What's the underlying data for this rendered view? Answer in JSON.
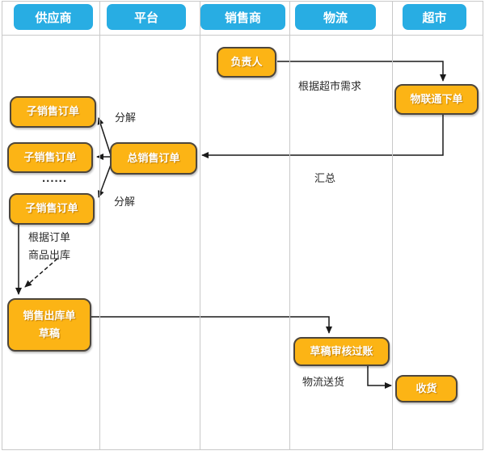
{
  "diagram": {
    "title": "supply-chain order flowchart",
    "lanes": [
      {
        "id": "supplier",
        "label": "供应商"
      },
      {
        "id": "platform",
        "label": "平台"
      },
      {
        "id": "seller",
        "label": "销售商"
      },
      {
        "id": "logistics",
        "label": "物流"
      },
      {
        "id": "supermarket",
        "label": "超市"
      }
    ],
    "nodes": [
      {
        "id": "person-in-charge",
        "label": "负责人"
      },
      {
        "id": "wlt-order",
        "label": "物联通下单"
      },
      {
        "id": "sub-order-1",
        "label": "子销售订单"
      },
      {
        "id": "sub-order-2",
        "label": "子销售订单"
      },
      {
        "id": "sub-order-3",
        "label": "子销售订单"
      },
      {
        "id": "total-order",
        "label": "总销售订单"
      },
      {
        "id": "outbound-draft",
        "label": "销售出库单",
        "label2": "草稿"
      },
      {
        "id": "draft-audit-post",
        "label": "草稿审核过账"
      },
      {
        "id": "receive-goods",
        "label": "收货"
      }
    ],
    "labels": {
      "per_supermarket_demand": "根据超市需求",
      "decompose_top": "分解",
      "decompose_bottom": "分解",
      "ellipsis": "......",
      "summarize": "汇总",
      "per_order": "根据订单",
      "goods_outbound": "商品出库",
      "logistics_delivery": "物流送货"
    },
    "colors": {
      "lane_header_fill": "#28ADE3",
      "node_fill": "#FCB415",
      "node_border": "#4D463C",
      "grid_line": "#C9C9C9",
      "arrow": "#1A1A1A",
      "label_text": "#2B2B2B",
      "node_text": "#FFFFFF"
    }
  }
}
